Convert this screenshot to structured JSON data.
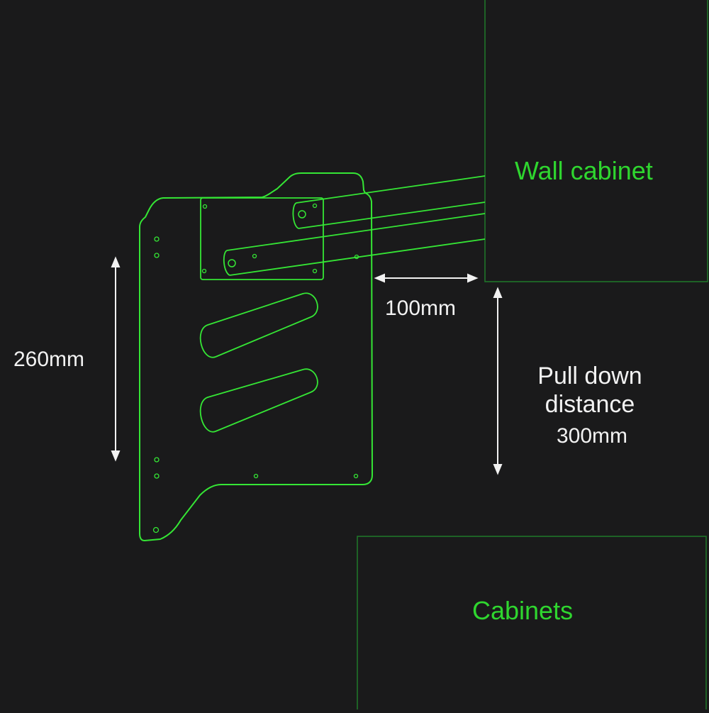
{
  "labels": {
    "wall_cabinet": "Wall cabinet",
    "cabinets": "Cabinets",
    "height": "260mm",
    "gap": "100mm",
    "pull_down_line1": "Pull down",
    "pull_down_line2": "distance",
    "pull_down_value": "300mm"
  },
  "colors": {
    "background": "#1a1a1b",
    "line_green": "#35e635",
    "text_green": "#2fd62f",
    "outline_dark_green": "#1f7a2a",
    "dimension_white": "#f2f2f2"
  }
}
